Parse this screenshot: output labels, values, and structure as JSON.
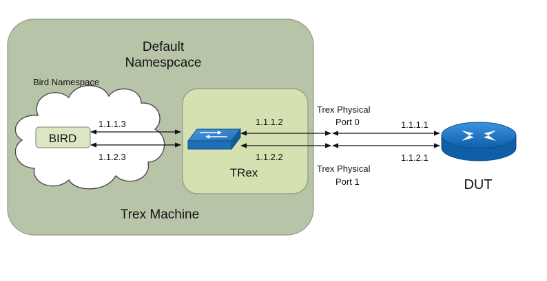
{
  "machine": {
    "title_line1": "Default",
    "title_line2": "Namespcace",
    "footer": "Trex Machine"
  },
  "bird_namespace": {
    "label": "Bird Namespace",
    "bird_box": "BIRD"
  },
  "trex": {
    "label": "TRex",
    "icon": "switch-icon"
  },
  "links": {
    "bird_ip_top": "1.1.1.3",
    "bird_ip_bottom": "1.1.2.3",
    "trex_ip_top": "1.1.1.2",
    "trex_ip_bottom": "1.1.2.2",
    "dut_ip_top": "1.1.1.1",
    "dut_ip_bottom": "1.1.2.1"
  },
  "ports": {
    "port0_line1": "Trex Physical",
    "port0_line2": "Port 0",
    "port1_line1": "Trex Physical",
    "port1_line2": "Port 1"
  },
  "dut": {
    "label": "DUT",
    "icon": "router-icon"
  },
  "colors": {
    "machine_fill": "#b8c4a8",
    "trex_fill": "#d6e1b2",
    "bird_fill": "#dce6c4",
    "switch_blue": "#1e6fb5",
    "router_blue": "#1a73c4"
  }
}
